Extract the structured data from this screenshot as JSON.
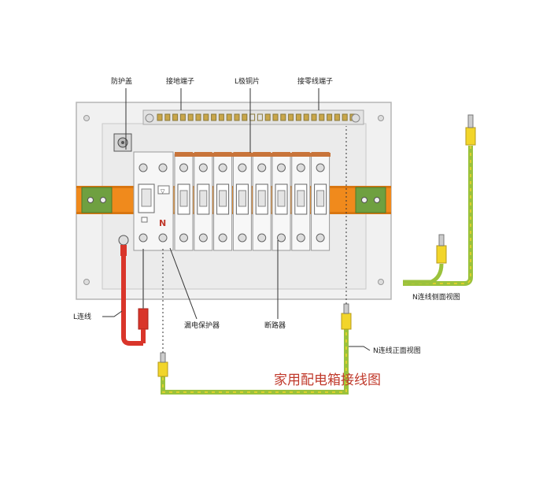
{
  "title": "家用配电箱接线图",
  "labels": {
    "cover": "防护盖",
    "ground_terminal": "接地端子",
    "l_busbar": "L极铜片",
    "neutral_terminal": "接零线端子",
    "l_wire": "L连线",
    "rcd": "漏电保护器",
    "breaker": "断路器",
    "n_front_view": "N连线正面视图",
    "n_side_view": "N连线侧面视图"
  },
  "rcd_mark": "N",
  "rcd_switch_mark": "▽",
  "breaker_count": 8,
  "colors": {
    "l_wire": "#d9352a",
    "n_wire": "#9bc23c",
    "din_rail": "#f08a1c",
    "ground_clamp": "#6fa040",
    "terminal_sleeve": "#f2d52a",
    "title": "#c0392b"
  }
}
